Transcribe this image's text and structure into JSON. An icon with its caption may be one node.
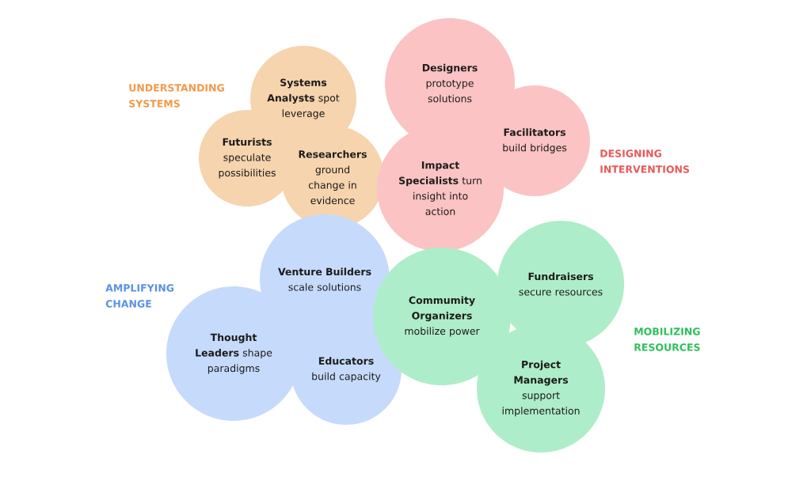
{
  "diagram": {
    "nodes": [
      {
        "text": [
          "**Systems Analysts** spot leverage"
        ]
      },
      {
        "text": [
          "**Futurists** speculate possibilities"
        ]
      },
      {
        "text": [
          "**Researchers** ground change in evidence"
        ]
      },
      {
        "text": [
          "**Designers** prototype solutions"
        ]
      },
      {
        "text": [
          "**Facilitators** build bridges"
        ]
      },
      {
        "text": [
          "**Impact Specialists** turn insight into action"
        ]
      },
      {
        "text": [
          "**Venture Builders** scale solutions"
        ]
      },
      {
        "text": [
          "**Thought Leaders** shape paradigms"
        ]
      },
      {
        "text": [
          "**Educators** build capacity"
        ]
      },
      {
        "text": [
          "**Commumity Organizers** mobilize power"
        ]
      },
      {
        "text": [
          "**Fundraisers** secure resources"
        ]
      },
      {
        "text": [
          "**Project Managers** support implementation"
        ]
      }
    ],
    "labels": [
      "UNDERSTANDING SYSTEMS",
      "DESIGNING INTERVENTIONS",
      "AMPLIFYING CHANGE",
      "MOBILIZING RESOURCES"
    ]
  }
}
